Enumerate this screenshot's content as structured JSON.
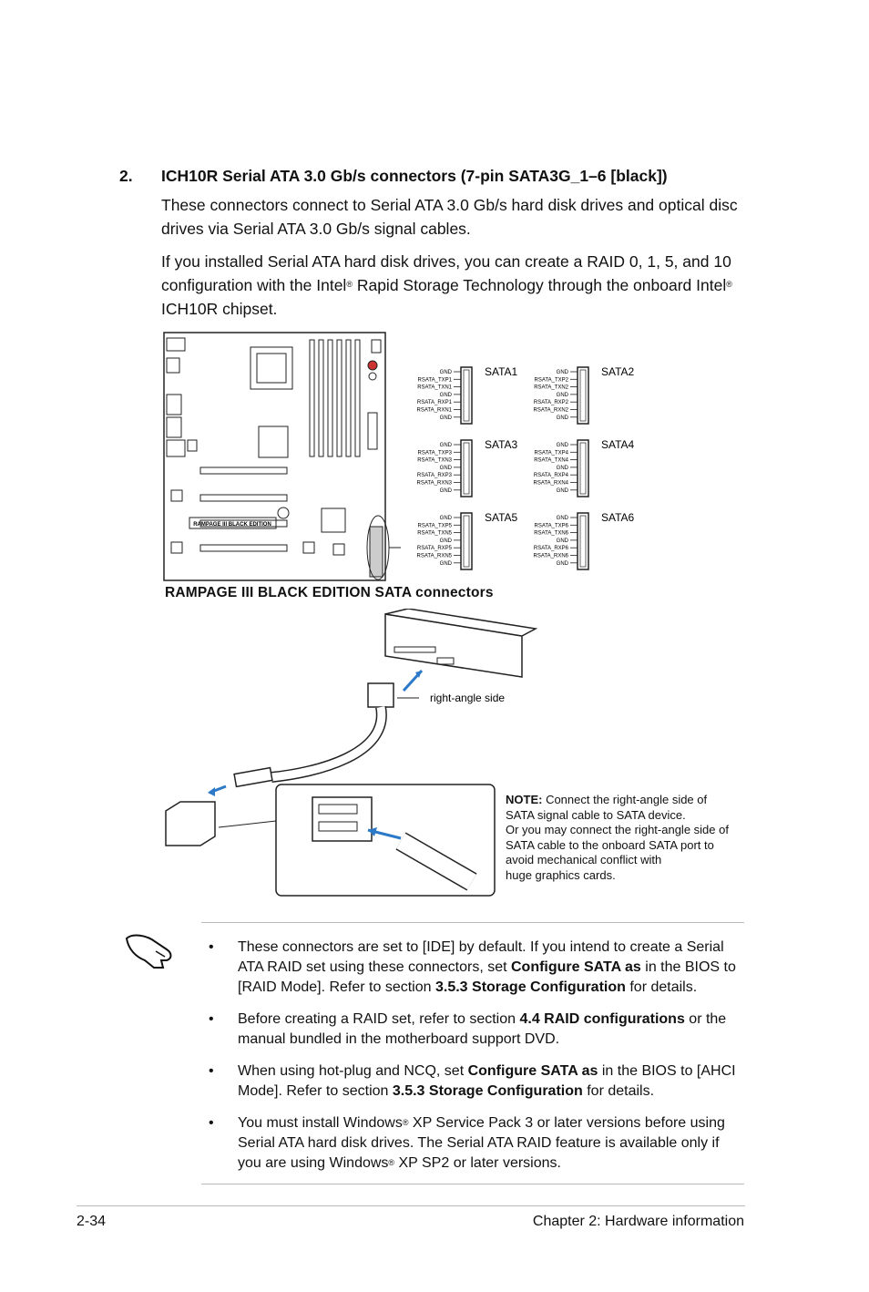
{
  "section": {
    "number": "2.",
    "title": "ICH10R Serial ATA 3.0 Gb/s connectors (7-pin SATA3G_1–6 [black])",
    "para1": "These connectors connect to Serial ATA 3.0 Gb/s hard disk drives and optical disc drives via Serial ATA 3.0 Gb/s signal cables.",
    "para2_a": "If you installed Serial ATA hard disk drives, you can create a RAID 0, 1, 5, and 10 configuration with the Intel",
    "reg": "®",
    "para2_b": " Rapid Storage Technology through the onboard Intel",
    "para2_c": " ICH10R chipset."
  },
  "diagram": {
    "caption": "RAMPAGE III BLACK EDITION SATA connectors",
    "board_label": "RAMPAGE III BLACK EDITION",
    "connectors": [
      {
        "name": "SATA1",
        "pins": [
          "GND",
          "RSATA_TXP1",
          "RSATA_TXN1",
          "GND",
          "RSATA_RXP1",
          "RSATA_RXN1",
          "GND"
        ]
      },
      {
        "name": "SATA2",
        "pins": [
          "GND",
          "RSATA_TXP2",
          "RSATA_TXN2",
          "GND",
          "RSATA_RXP2",
          "RSATA_RXN2",
          "GND"
        ]
      },
      {
        "name": "SATA3",
        "pins": [
          "GND",
          "RSATA_TXP3",
          "RSATA_TXN3",
          "GND",
          "RSATA_RXP3",
          "RSATA_RXN3",
          "GND"
        ]
      },
      {
        "name": "SATA4",
        "pins": [
          "GND",
          "RSATA_TXP4",
          "RSATA_TXN4",
          "GND",
          "RSATA_RXP4",
          "RSATA_RXN4",
          "GND"
        ]
      },
      {
        "name": "SATA5",
        "pins": [
          "GND",
          "RSATA_TXP5",
          "RSATA_TXN5",
          "GND",
          "RSATA_RXP5",
          "RSATA_RXN5",
          "GND"
        ]
      },
      {
        "name": "SATA6",
        "pins": [
          "GND",
          "RSATA_TXP6",
          "RSATA_TXN6",
          "GND",
          "RSATA_RXP6",
          "RSATA_RXN6",
          "GND"
        ]
      }
    ],
    "right_angle_label": "right-angle side",
    "note_label": "NOTE:",
    "note_lines": [
      " Connect the right-angle side of",
      "SATA signal cable to SATA device.",
      "Or you may connect the right-angle side of",
      "SATA cable to the onboard SATA port to",
      "avoid mechanical conflict with",
      "huge graphics cards."
    ]
  },
  "notes": {
    "bullet": "•",
    "n1_a": "These connectors are set to [IDE] by default. If you intend to create a Serial ATA RAID set using these connectors, set ",
    "n1_b": "Configure SATA as",
    "n1_c": " in the BIOS to [RAID Mode]. Refer to section ",
    "n1_d": "3.5.3 Storage Configuration",
    "n1_e": " for details.",
    "n2_a": "Before creating a RAID set, refer to section ",
    "n2_b": "4.4 RAID configurations",
    "n2_c": " or the manual bundled in the motherboard support DVD.",
    "n3_a": "When using hot-plug and NCQ, set ",
    "n3_b": "Configure SATA as",
    "n3_c": " in the BIOS to [AHCI Mode]. Refer to section ",
    "n3_d": "3.5.3 Storage Configuration",
    "n3_e": " for details.",
    "n4_a": "You must install Windows",
    "n4_b": " XP Service Pack 3 or later versions before using Serial ATA hard disk drives. The Serial ATA RAID feature is available only if you are using Windows",
    "n4_c": " XP SP2 or later versions."
  },
  "footer": {
    "page": "2-34",
    "chapter": "Chapter 2: Hardware information"
  }
}
